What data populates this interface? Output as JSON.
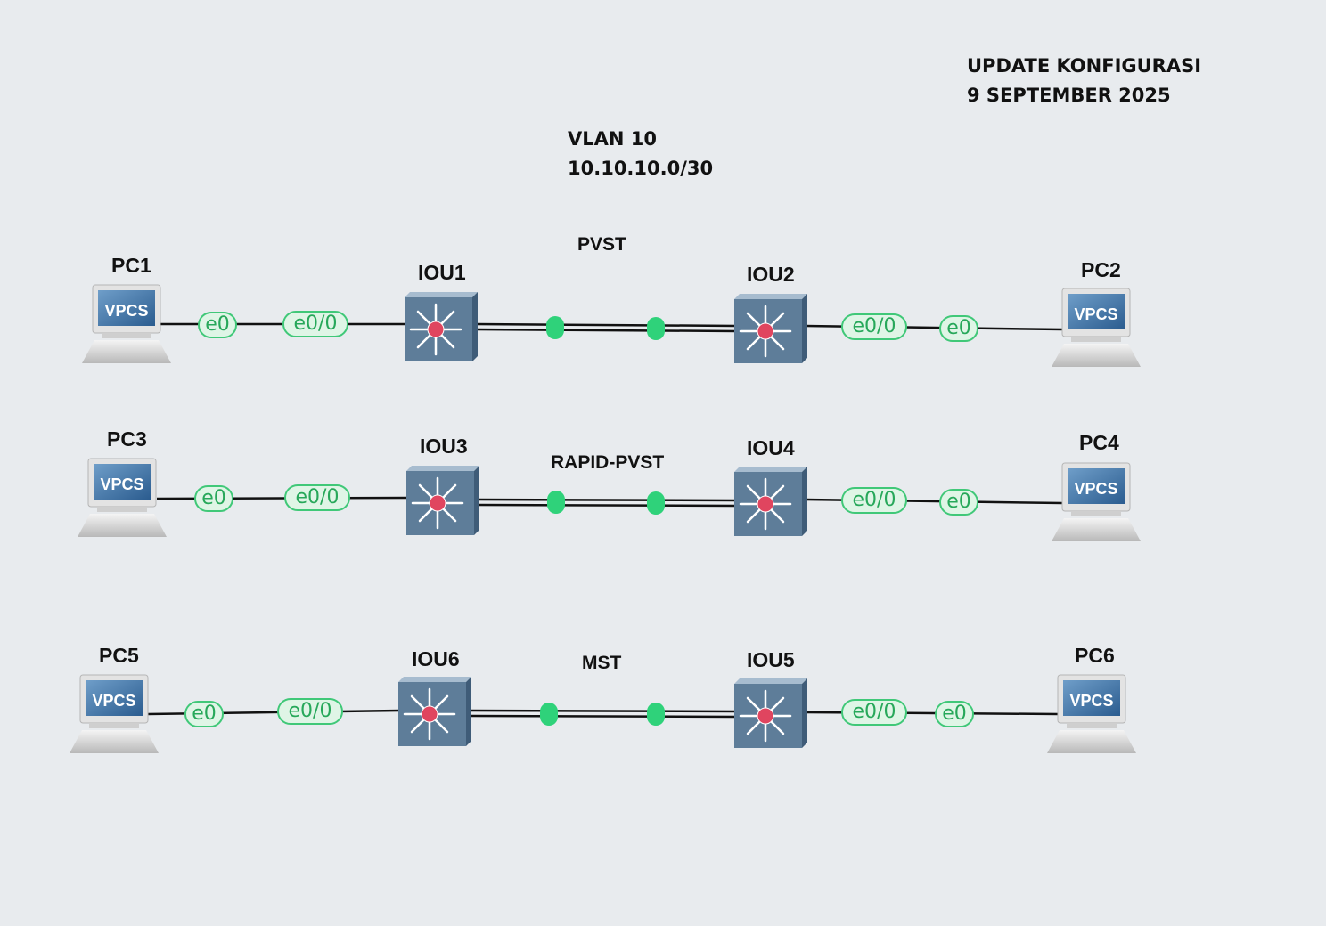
{
  "notes": {
    "update": [
      "UPDATE KONFIGURASI",
      "9 SEPTEMBER 2025"
    ],
    "vlan": [
      "VLAN 10",
      "10.10.10.0/30"
    ]
  },
  "device_icon_text": "VPCS",
  "rows": [
    {
      "protocol": "PVST",
      "left_pc": "PC1",
      "left_switch": "IOU1",
      "right_switch": "IOU2",
      "right_pc": "PC2",
      "ports": {
        "left_pc": "e0",
        "left_switch": "e0/0",
        "right_switch": "e0/0",
        "right_pc": "e0"
      }
    },
    {
      "protocol": "RAPID-PVST",
      "left_pc": "PC3",
      "left_switch": "IOU3",
      "right_switch": "IOU4",
      "right_pc": "PC4",
      "ports": {
        "left_pc": "e0",
        "left_switch": "e0/0",
        "right_switch": "e0/0",
        "right_pc": "e0"
      }
    },
    {
      "protocol": "MST",
      "left_pc": "PC5",
      "left_switch": "IOU6",
      "right_switch": "IOU5",
      "right_pc": "PC6",
      "ports": {
        "left_pc": "e0",
        "left_switch": "e0/0",
        "right_switch": "e0/0",
        "right_pc": "e0"
      }
    }
  ],
  "colors": {
    "background": "#e8ebee",
    "link_status": "#2fd27a",
    "port_label": "#27a85a",
    "switch_body": "#5e7d99"
  }
}
